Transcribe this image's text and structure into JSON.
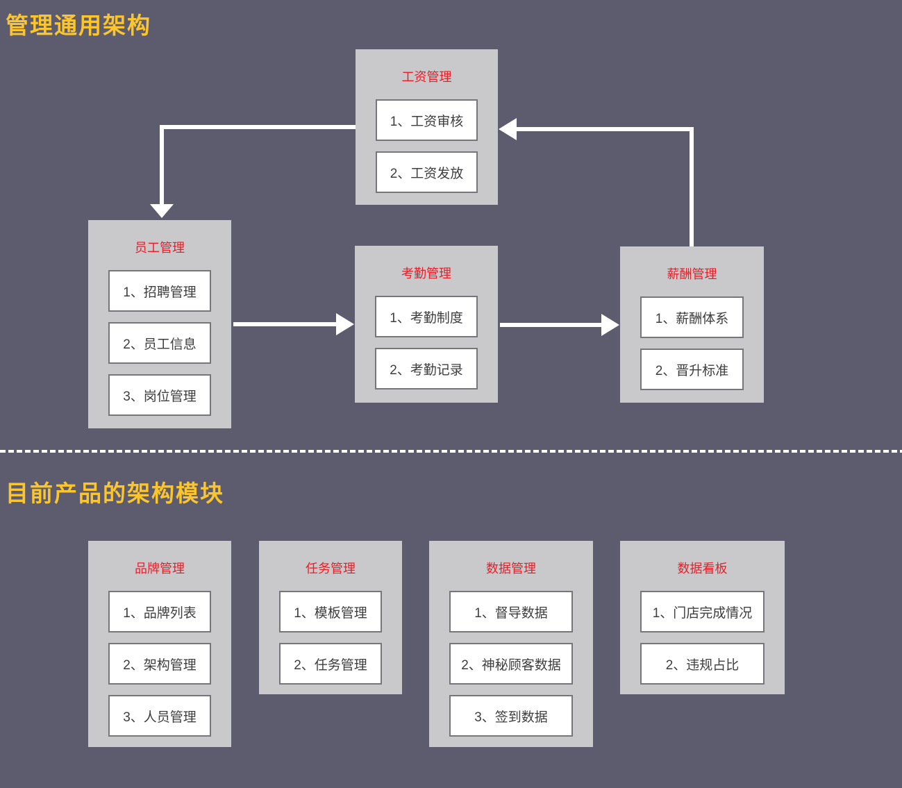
{
  "titles": {
    "section1": "管理通用架构",
    "section2": "目前产品的架构模块"
  },
  "colors": {
    "background": "#5D5B6E",
    "section_title_yellow": "#FBC52D",
    "module_background": "#C9C9CC",
    "module_header_red": "#EE1C25",
    "item_background": "#FFFFFF",
    "item_border": "#75757B",
    "item_text": "#3E3E3E",
    "arrow": "#FFFFFF",
    "divider": "#FFFFFF"
  },
  "modules": {
    "salary": {
      "title": "工资管理",
      "items": [
        "1、工资审核",
        "2、工资发放"
      ]
    },
    "employee": {
      "title": "员工管理",
      "items": [
        "1、招聘管理",
        "2、员工信息",
        "3、岗位管理"
      ]
    },
    "attendance": {
      "title": "考勤管理",
      "items": [
        "1、考勤制度",
        "2、考勤记录"
      ]
    },
    "compensation": {
      "title": "薪酬管理",
      "items": [
        "1、薪酬体系",
        "2、晋升标准"
      ]
    },
    "brand": {
      "title": "品牌管理",
      "items": [
        "1、品牌列表",
        "2、架构管理",
        "3、人员管理"
      ]
    },
    "task": {
      "title": "任务管理",
      "items": [
        "1、模板管理",
        "2、任务管理"
      ]
    },
    "data": {
      "title": "数据管理",
      "items": [
        "1、督导数据",
        "2、神秘顾客数据",
        "3、签到数据"
      ]
    },
    "dashboard": {
      "title": "数据看板",
      "items": [
        "1、门店完成情况",
        "2、违规占比"
      ]
    }
  },
  "connections": [
    {
      "from": "工资管理",
      "to": "员工管理"
    },
    {
      "from": "员工管理",
      "to": "考勤管理"
    },
    {
      "from": "考勤管理",
      "to": "薪酬管理"
    },
    {
      "from": "薪酬管理",
      "to": "工资管理"
    }
  ]
}
